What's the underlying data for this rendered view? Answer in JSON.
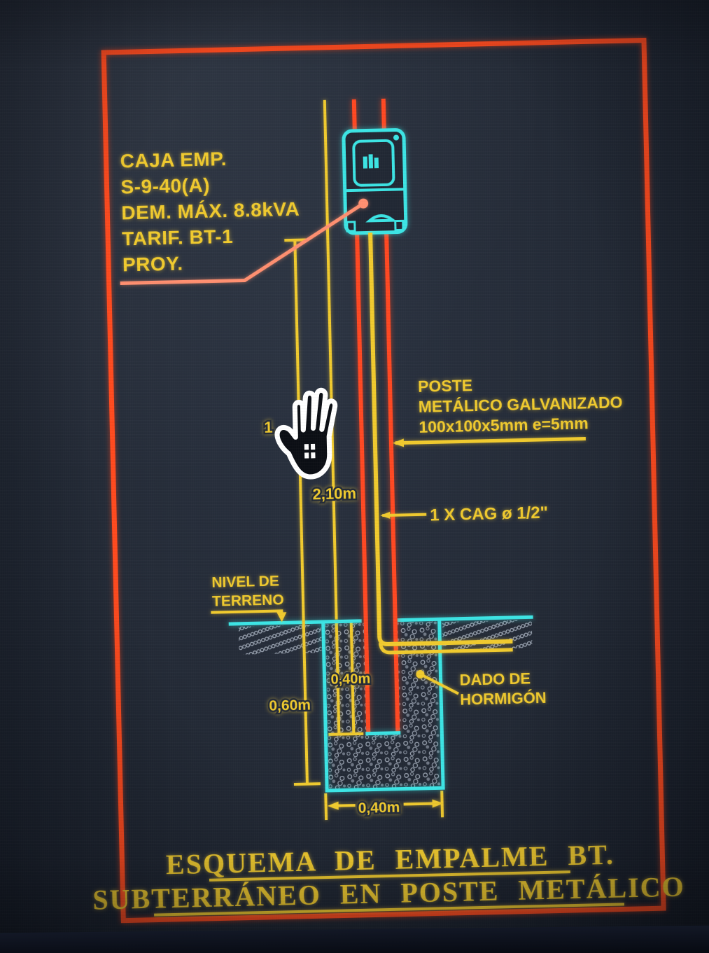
{
  "colors": {
    "background": "#242b37",
    "frame_red": "#ff4a1e",
    "line_yellow": "#f0ca2e",
    "line_cyan": "#3ce4e4",
    "pole_red": "#ff4822",
    "leader_salmon": "#ff8f70",
    "hatch_gray": "#99a2b0"
  },
  "callouts": {
    "caja": {
      "lines": [
        "CAJA EMP.",
        "S-9-40(A)",
        "DEM. MÁX. 8.8kVA",
        "TARIF. BT-1",
        "PROY."
      ]
    },
    "poste": {
      "lines": [
        "POSTE",
        "METÁLICO GALVANIZADO",
        "100x100x5mm e=5mm"
      ]
    },
    "conduit": {
      "label": "1 X CAG ø 1/2\""
    },
    "nivel": {
      "lines": [
        "NIVEL DE",
        "TERRENO"
      ]
    },
    "dado": {
      "lines": [
        "DADO DE",
        "HORMIGÓN"
      ]
    }
  },
  "dimensions": {
    "pole_total_height": "2,10m",
    "pole_partial_hidden_by_cursor": "1",
    "foundation_depth": "0,60m",
    "pole_embedment": "0,40m",
    "foundation_width": "0,40m"
  },
  "title": {
    "lines": [
      "ESQUEMA DE EMPALME BT.",
      "SUBTERRÁNEO EN POSTE METÁLICO"
    ]
  },
  "cursor": {
    "type": "pan-hand"
  }
}
